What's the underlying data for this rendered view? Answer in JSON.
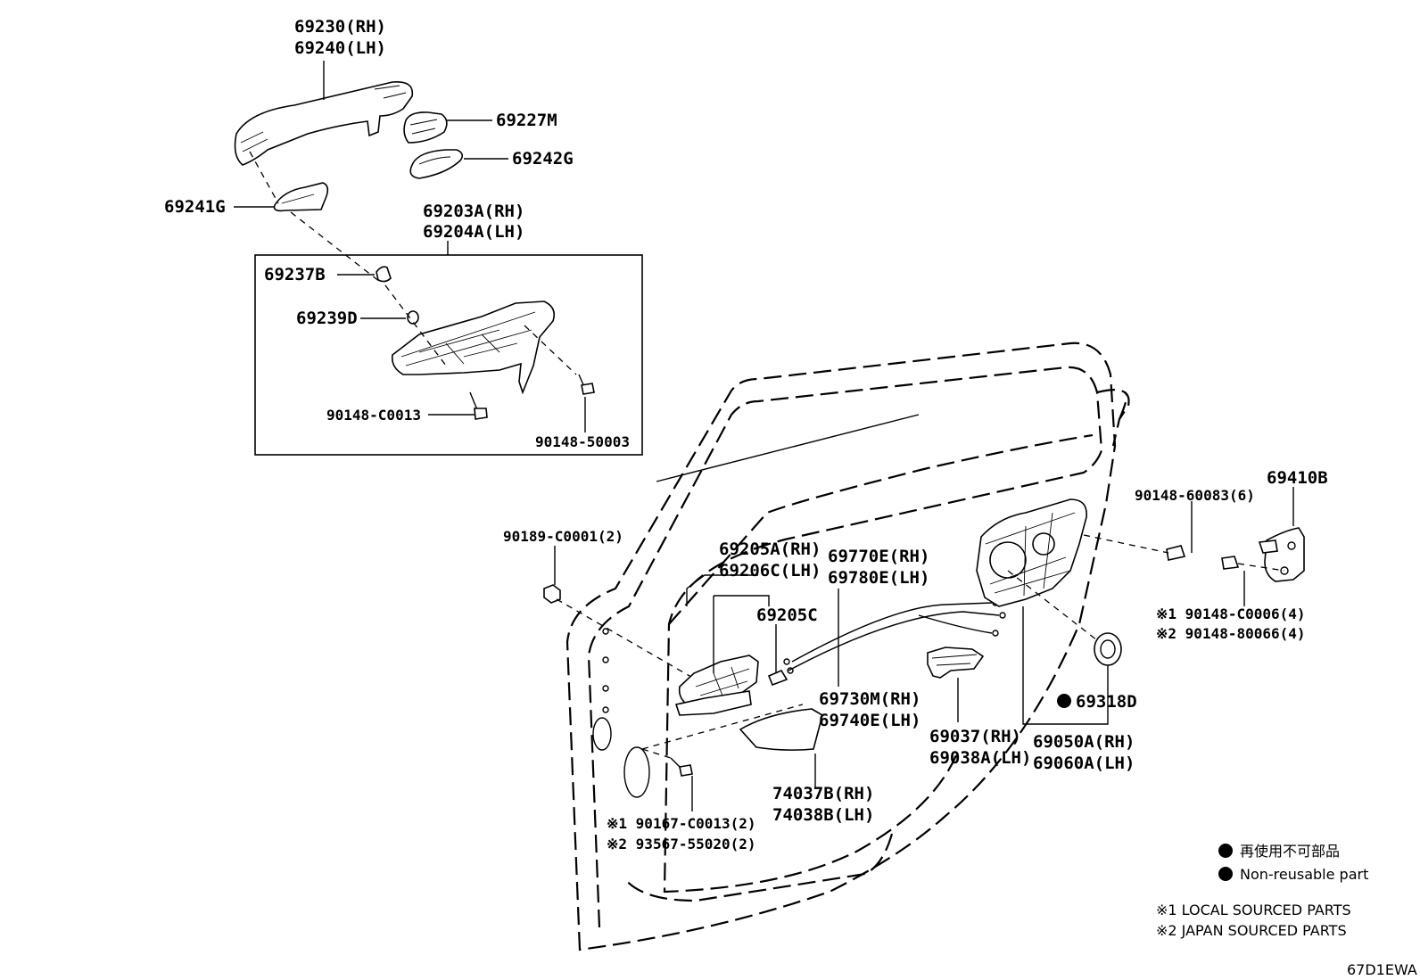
{
  "labels": {
    "p69230": "69230(RH)",
    "p69240": "69240(LH)",
    "p69227M": "69227M",
    "p69242G": "69242G",
    "p69241G": "69241G",
    "p69203A": "69203A(RH)",
    "p69204A": "69204A(LH)",
    "p69237B": "69237B",
    "p69239D": "69239D",
    "p90148C0013": "90148-C0013",
    "p9014850003": "90148-50003",
    "p90189C0001": "90189-C0001(2)",
    "p69205A": "69205A(RH)",
    "p69206C": "69206C(LH)",
    "p69205C": "69205C",
    "p69770E": "69770E(RH)",
    "p69780E": "69780E(LH)",
    "p69730M": "69730M(RH)",
    "p69740E": "69740E(LH)",
    "p69037": "69037(RH)",
    "p69038A": "69038A(LH)",
    "p69318D": "69318D",
    "p69050A": "69050A(RH)",
    "p69060A": "69060A(LH)",
    "p74037B": "74037B(RH)",
    "p74038B": "74038B(LH)",
    "p9014860083": "90148-60083(6)",
    "p69410B": "69410B",
    "p90148C0006": "※1 90148-C0006(4)",
    "p9014880066": "※2 90148-80066(4)",
    "p90167C0013": "※1 90167-C0013(2)",
    "p9356755020": "※2 93567-55020(2)"
  },
  "legend": {
    "jp": "再使用不可部品",
    "en": "Non-reusable part",
    "note1": "※1 LOCAL SOURCED PARTS",
    "note2": "※2 JAPAN SOURCED PARTS"
  },
  "diagram_code": "67D1EWA"
}
